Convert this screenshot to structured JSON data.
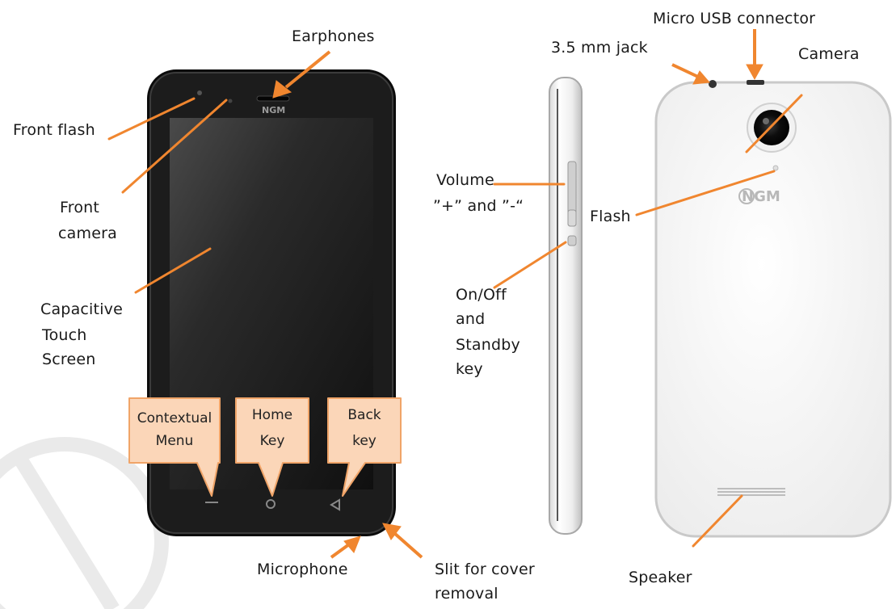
{
  "colors": {
    "arrow": "#f0862f",
    "callout_fill": "#fbd6b8",
    "callout_stroke": "#f0a468",
    "phone_front_body": "#161616",
    "phone_back_body": "#f7f7f7"
  },
  "brand_logo": "NGM",
  "front": {
    "earphones": "Earphones",
    "front_flash": "Front flash",
    "front_camera": [
      "Front",
      "camera"
    ],
    "touch_screen": [
      "Capacitive",
      "Touch",
      "Screen"
    ],
    "microphone": "Microphone",
    "slit": [
      "Slit for cover",
      "removal"
    ],
    "callouts": {
      "contextual_menu": [
        "Contextual",
        "Menu"
      ],
      "home_key": [
        "Home",
        "Key"
      ],
      "back_key": [
        "Back",
        "key"
      ]
    }
  },
  "side": {
    "volume": [
      "Volume",
      "”+” and ”-“"
    ],
    "power": [
      "On/Off",
      "and",
      "Standby",
      "key"
    ]
  },
  "back": {
    "micro_usb": "Micro USB connector",
    "jack": "3.5 mm jack",
    "camera": "Camera",
    "flash": "Flash",
    "speaker": "Speaker"
  }
}
